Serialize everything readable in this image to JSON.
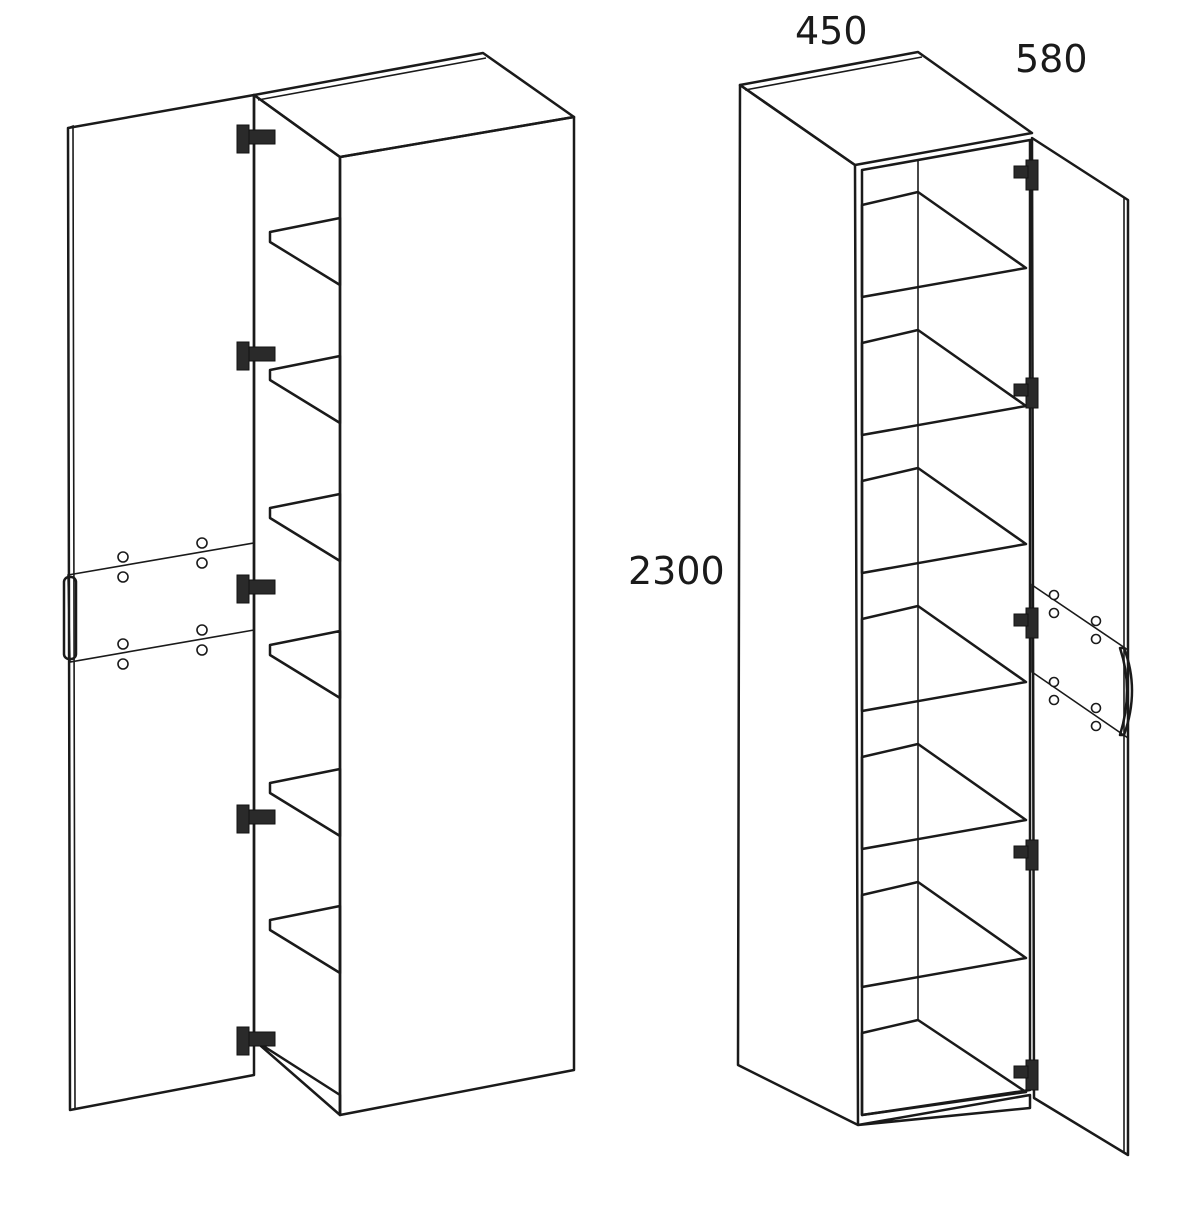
{
  "dimensions": {
    "width": "450",
    "depth": "580",
    "height": "2300"
  },
  "colors": {
    "line": "#1a1a1a",
    "panel_white": "#ffffff",
    "door_gray": "#d9d9d9",
    "hinge": "#2a2a2a"
  }
}
